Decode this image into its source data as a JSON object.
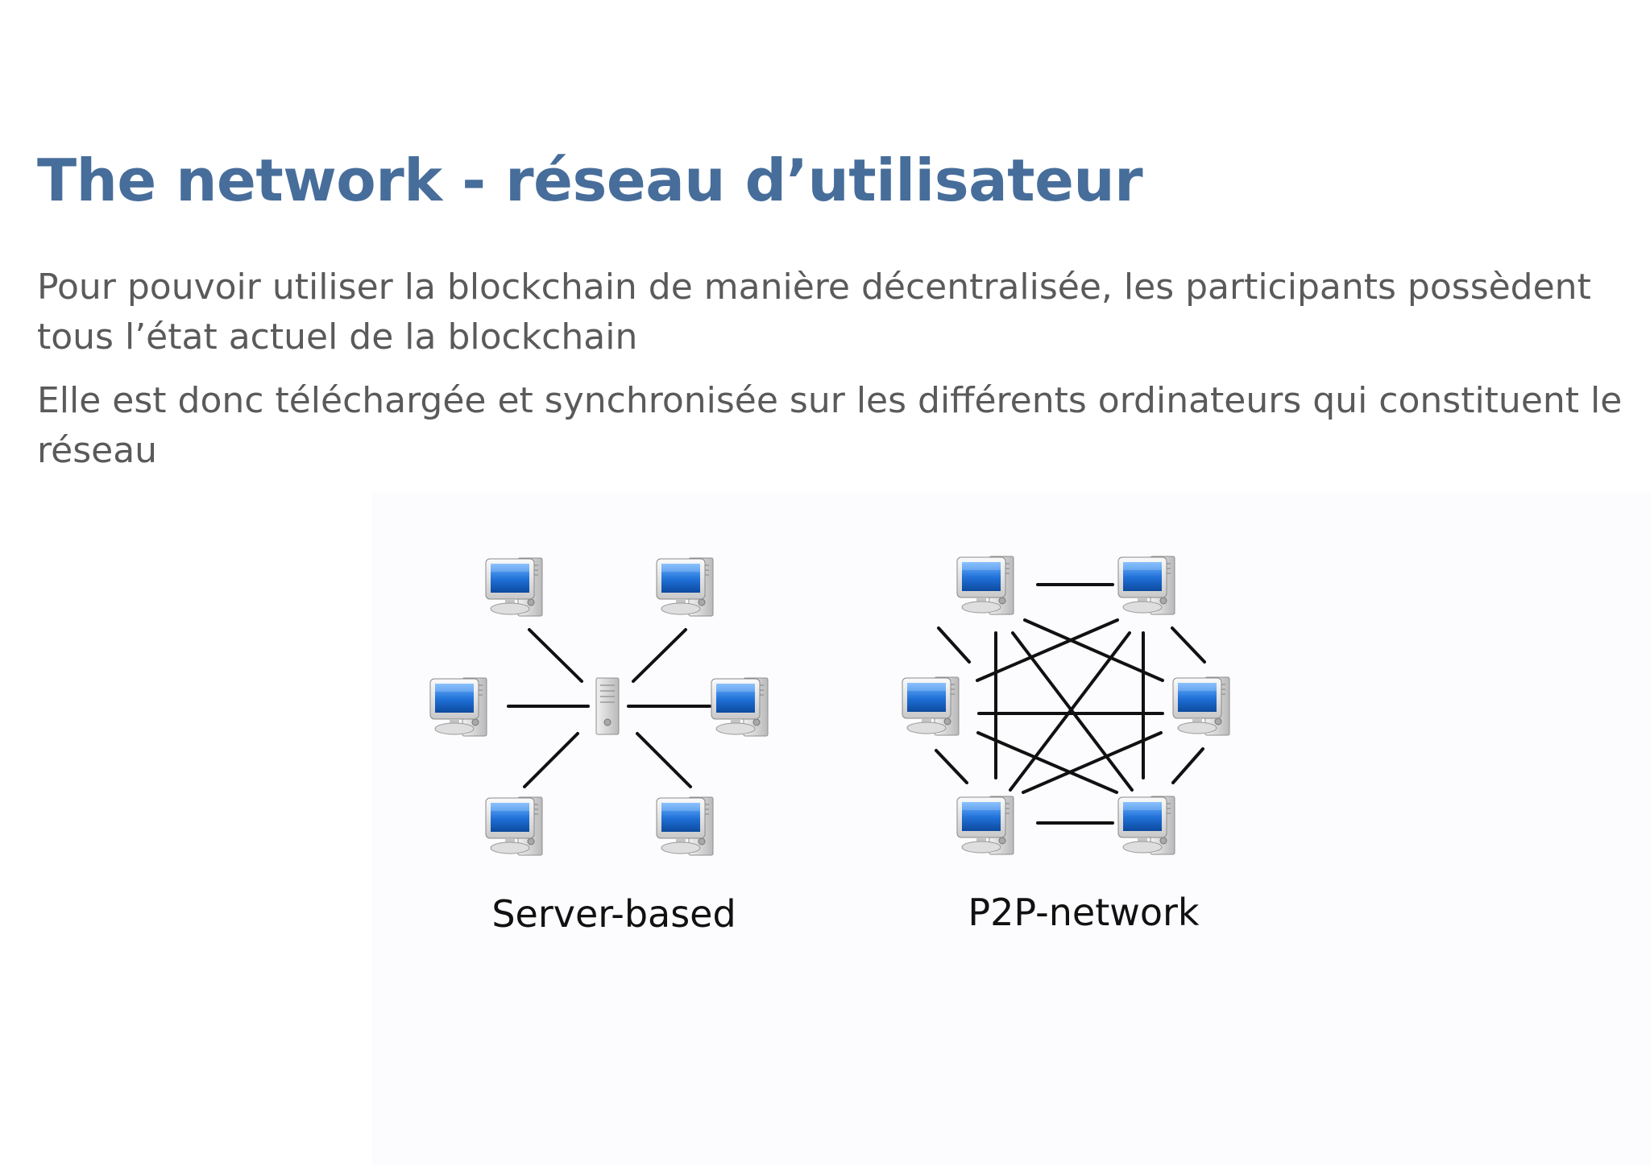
{
  "title": "The network - réseau d’utilisateur",
  "paragraphs": [
    "Pour pouvoir utiliser la blockchain de manière décentralisée, les participants possèdent tous l’état actuel de la blockchain",
    "Elle est donc téléchargée et synchronisée sur les différents ordinateurs qui constituent le réseau"
  ],
  "diagrams": {
    "server_based": {
      "caption": "Server-based",
      "node_count": 6,
      "hub_icon": "server-tower-icon",
      "node_icon": "desktop-computer-icon"
    },
    "p2p": {
      "caption": "P2P-network",
      "node_count": 6,
      "node_icon": "desktop-computer-icon"
    }
  },
  "colors": {
    "title": "#476d9a",
    "body_text": "#5a5a5a",
    "screen_blue": "#1f6fd6",
    "link_line": "#111111"
  }
}
